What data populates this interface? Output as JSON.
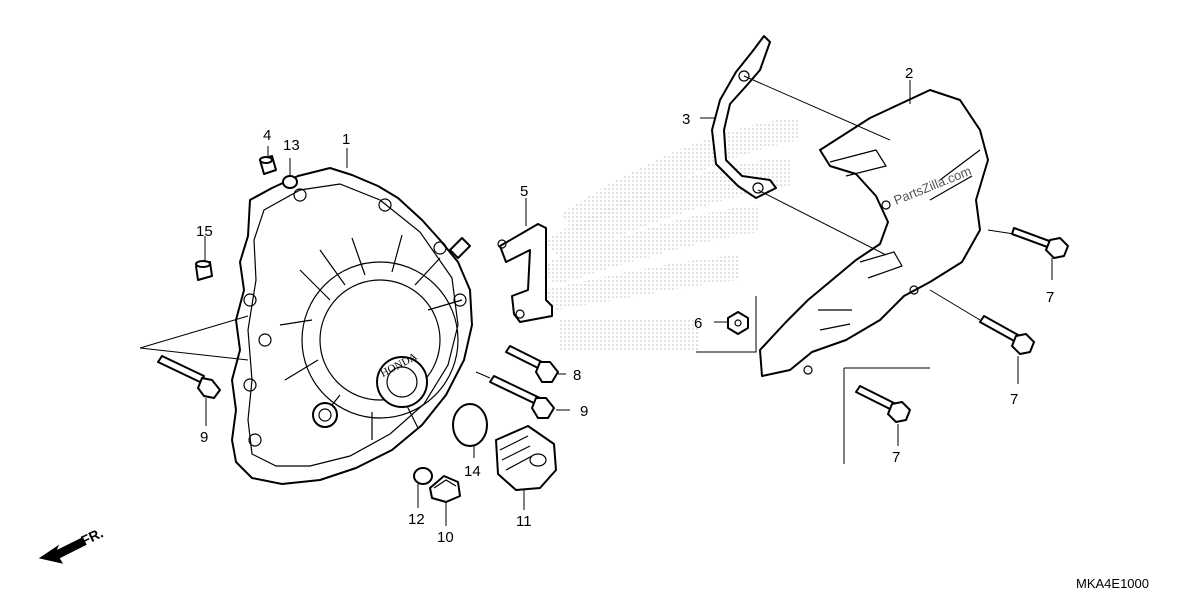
{
  "diagram": {
    "callouts": [
      {
        "id": "c1",
        "label": "1"
      },
      {
        "id": "c2",
        "label": "2"
      },
      {
        "id": "c3",
        "label": "3"
      },
      {
        "id": "c4",
        "label": "4"
      },
      {
        "id": "c5",
        "label": "5"
      },
      {
        "id": "c6",
        "label": "6"
      },
      {
        "id": "c7a",
        "label": "7"
      },
      {
        "id": "c7b",
        "label": "7"
      },
      {
        "id": "c7c",
        "label": "7"
      },
      {
        "id": "c8",
        "label": "8"
      },
      {
        "id": "c9a",
        "label": "9"
      },
      {
        "id": "c9b",
        "label": "9"
      },
      {
        "id": "c10",
        "label": "10"
      },
      {
        "id": "c11",
        "label": "11"
      },
      {
        "id": "c12",
        "label": "12"
      },
      {
        "id": "c13",
        "label": "13"
      },
      {
        "id": "c14",
        "label": "14"
      },
      {
        "id": "c15",
        "label": "15"
      }
    ],
    "cover_emboss": "HONDA",
    "watermark": "PartsZilla.com",
    "direction_label": "FR.",
    "diagram_code": "MKA4E1000"
  }
}
